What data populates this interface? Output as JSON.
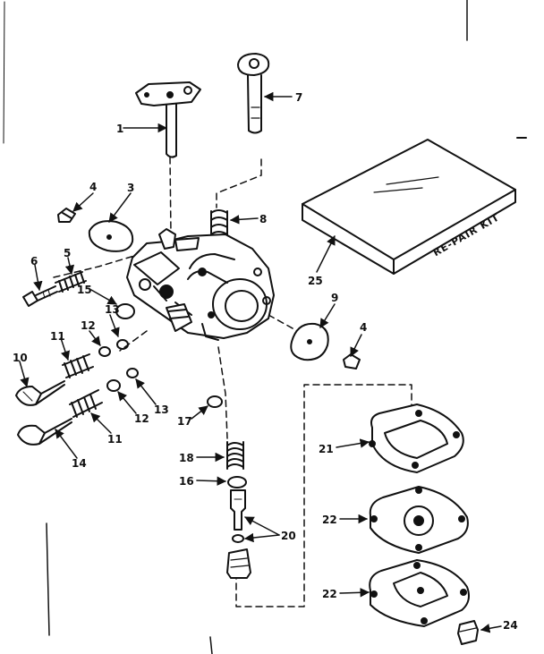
{
  "diagram": {
    "ink_color": "#111111",
    "background_color": "#ffffff",
    "repair_kit_label": "RE-PAIR KIT",
    "callouts": {
      "c1": "1",
      "c7": "7",
      "c4a": "4",
      "c3": "3",
      "c8": "8",
      "c6a": "6",
      "c5": "5",
      "c25": "25",
      "c15": "15",
      "c12a": "12",
      "c13a": "13",
      "c11a": "11",
      "c10": "10",
      "c9": "9",
      "c4b": "4",
      "c12b": "12",
      "c13b": "13",
      "c17": "17",
      "c11b": "11",
      "c14": "14",
      "c21": "21",
      "c18": "18",
      "c16": "16",
      "c22a": "22",
      "c20": "20",
      "c22b": "22",
      "c24": "24"
    }
  }
}
